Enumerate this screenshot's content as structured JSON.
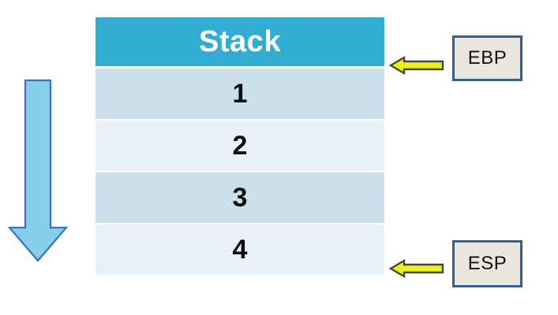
{
  "diagram": {
    "title": "Stack frame with EBP and ESP pointers",
    "type": "stack-memory-diagram"
  },
  "stack": {
    "header_label": "Stack",
    "header_color": "#33ACD1",
    "rows": [
      {
        "label": "1",
        "shade": "dark",
        "color": "#CCE0EC"
      },
      {
        "label": "2",
        "shade": "light",
        "color": "#EAF0F8"
      },
      {
        "label": "3",
        "shade": "dark",
        "color": "#CCE0EC"
      },
      {
        "label": "4",
        "shade": "light",
        "color": "#EAF0F8"
      }
    ]
  },
  "growth_arrow": {
    "direction": "down",
    "fill_color": "#85CFE8",
    "stroke_color": "#3C6FC4",
    "label": ""
  },
  "pointers": [
    {
      "name": "ebp",
      "label": "EBP",
      "points_to_row": "header-bottom",
      "box_fill": "#EAE8DE",
      "box_border": "#36618E",
      "arrow_fill": "#EAF01E",
      "arrow_stroke": "#4A4A32",
      "arrow_direction": "left"
    },
    {
      "name": "esp",
      "label": "ESP",
      "points_to_row": "4",
      "box_fill": "#EAE8DE",
      "box_border": "#36618E",
      "arrow_fill": "#EAF01E",
      "arrow_stroke": "#4A4A32",
      "arrow_direction": "left"
    }
  ]
}
